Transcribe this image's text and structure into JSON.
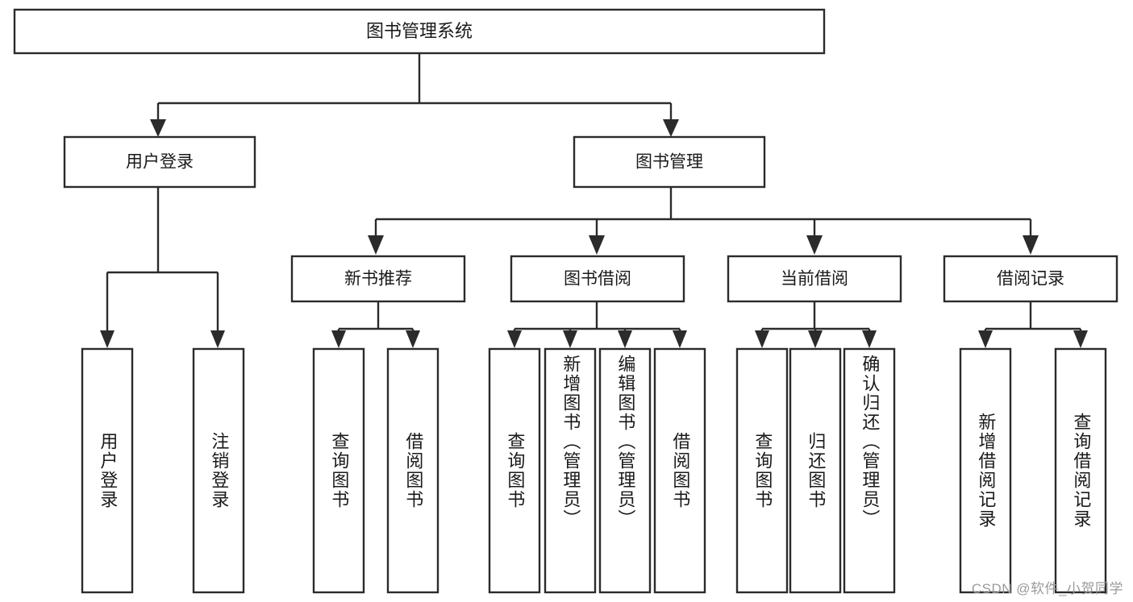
{
  "diagram": {
    "type": "hierarchy-tree",
    "title": "图书管理系统",
    "watermark": "CSDN @软件_小贺同学",
    "colors": {
      "stroke": "#2b2b2b",
      "fill": "#ffffff",
      "text": "#1a1a1a",
      "watermark": "#9a9a9a",
      "background": "#ffffff"
    },
    "root": {
      "label": "图书管理系统",
      "orientation": "horizontal"
    },
    "level2": [
      {
        "label": "用户登录",
        "orientation": "horizontal"
      },
      {
        "label": "图书管理",
        "orientation": "horizontal"
      }
    ],
    "level3": [
      {
        "label": "新书推荐",
        "orientation": "horizontal",
        "parent": "图书管理"
      },
      {
        "label": "图书借阅",
        "orientation": "horizontal",
        "parent": "图书管理"
      },
      {
        "label": "当前借阅",
        "orientation": "horizontal",
        "parent": "图书管理"
      },
      {
        "label": "借阅记录",
        "orientation": "horizontal",
        "parent": "图书管理"
      }
    ],
    "leaves": {
      "user_login": [
        {
          "label": "用户登录",
          "orientation": "vertical"
        },
        {
          "label": "注销登录",
          "orientation": "vertical"
        }
      ],
      "new_book_recommend": [
        {
          "label": "查询图书",
          "orientation": "vertical"
        },
        {
          "label": "借阅图书",
          "orientation": "vertical"
        }
      ],
      "book_borrow": [
        {
          "label": "查询图书",
          "orientation": "vertical"
        },
        {
          "label": "新增图书（管理员）",
          "orientation": "vertical"
        },
        {
          "label": "编辑图书（管理员）",
          "orientation": "vertical"
        },
        {
          "label": "借阅图书",
          "orientation": "vertical"
        }
      ],
      "current_borrow": [
        {
          "label": "查询图书",
          "orientation": "vertical"
        },
        {
          "label": "归还图书",
          "orientation": "vertical"
        },
        {
          "label": "确认归还（管理员）",
          "orientation": "vertical"
        }
      ],
      "borrow_record": [
        {
          "label": "新增借阅记录",
          "orientation": "vertical"
        },
        {
          "label": "查询借阅记录",
          "orientation": "vertical"
        }
      ]
    }
  }
}
